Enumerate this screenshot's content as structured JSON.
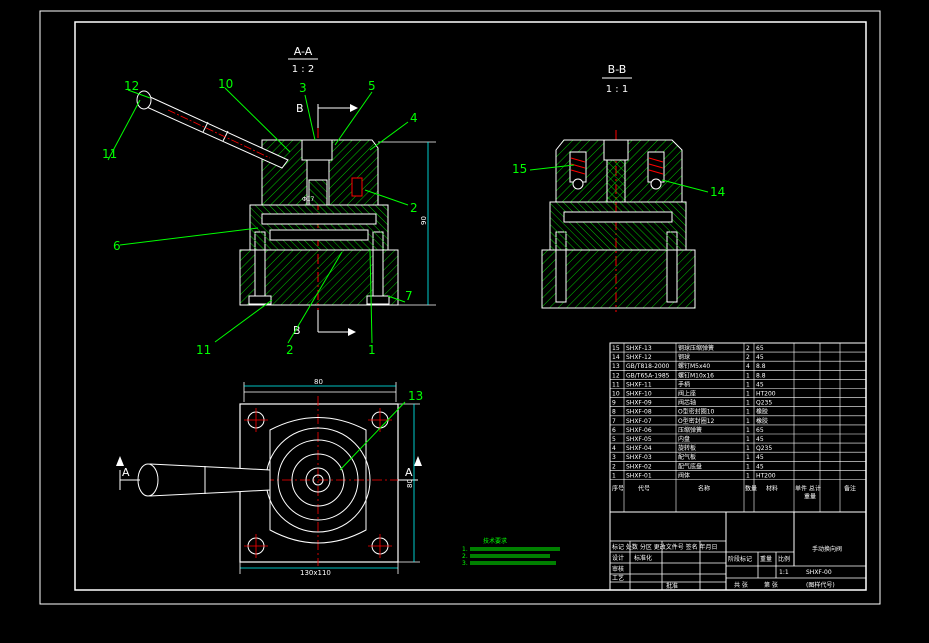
{
  "colors": {
    "background": "#000000",
    "frame": "#ffffff",
    "part_outline": "#ffffff",
    "hatch": "#00c800",
    "leader": "#00ff00",
    "center_line": "#ff0000",
    "dimension": "#00ffff",
    "hidden": "#ffff00"
  },
  "views": {
    "section_aa": {
      "title": "A-A",
      "scale": "1 : 2"
    },
    "section_bb": {
      "title": "B-B",
      "scale": "1 : 1"
    }
  },
  "section_markers": {
    "b_top": "B",
    "b_bottom": "B",
    "a_left": "A",
    "a_right": "A"
  },
  "balloons": {
    "b1": "1",
    "b2": "2",
    "b3": "3",
    "b4": "4",
    "b5": "5",
    "b6": "6",
    "b7": "7",
    "b10": "10",
    "b11": "11",
    "b12": "12",
    "b13": "13",
    "b14": "14",
    "b15": "15",
    "b2b": "2",
    "b11b": "11"
  },
  "dimensions": {
    "top_width": "80",
    "plan_width": "130x110",
    "plan_height": "80",
    "side_height": "90",
    "shaft": "Φ17"
  },
  "tech_requirements": {
    "title": "技术要求",
    "lines": [
      "1.",
      "2.",
      "3."
    ]
  },
  "bom": {
    "rows": [
      {
        "no": "15",
        "code": "SHXF-13",
        "name": "钢球压缩弹簧",
        "qty": "2",
        "material": "65",
        "note": ""
      },
      {
        "no": "14",
        "code": "SHXF-12",
        "name": "钢球",
        "qty": "2",
        "material": "45",
        "note": ""
      },
      {
        "no": "13",
        "code": "GB/T818-2000",
        "name": "螺钉M5x40",
        "qty": "4",
        "material": "8.8",
        "note": ""
      },
      {
        "no": "12",
        "code": "GB/T65A-1985",
        "name": "螺钉M10x16",
        "qty": "1",
        "material": "8.8",
        "note": ""
      },
      {
        "no": "11",
        "code": "SHXF-11",
        "name": "手柄",
        "qty": "1",
        "material": "45",
        "note": ""
      },
      {
        "no": "10",
        "code": "SHXF-10",
        "name": "阀上座",
        "qty": "1",
        "material": "HT200",
        "note": ""
      },
      {
        "no": "9",
        "code": "SHXF-09",
        "name": "阀芯轴",
        "qty": "1",
        "material": "Q235",
        "note": ""
      },
      {
        "no": "8",
        "code": "SHXF-08",
        "name": "O型密封圈10",
        "qty": "1",
        "material": "橡胶",
        "note": ""
      },
      {
        "no": "7",
        "code": "SHXF-07",
        "name": "O型密封圈12",
        "qty": "1",
        "material": "橡胶",
        "note": ""
      },
      {
        "no": "6",
        "code": "SHXF-06",
        "name": "压缩弹簧",
        "qty": "1",
        "material": "65",
        "note": ""
      },
      {
        "no": "5",
        "code": "SHXF-05",
        "name": "内盘",
        "qty": "1",
        "material": "45",
        "note": ""
      },
      {
        "no": "4",
        "code": "SHXF-04",
        "name": "旋转板",
        "qty": "1",
        "material": "Q235",
        "note": ""
      },
      {
        "no": "3",
        "code": "SHXF-03",
        "name": "配气板",
        "qty": "1",
        "material": "45",
        "note": ""
      },
      {
        "no": "2",
        "code": "SHXF-02",
        "name": "配气底盘",
        "qty": "1",
        "material": "45",
        "note": ""
      },
      {
        "no": "1",
        "code": "SHXF-01",
        "name": "阀体",
        "qty": "1",
        "material": "HT200",
        "note": ""
      }
    ],
    "header": {
      "no": "序号",
      "code": "代号",
      "name": "名称",
      "qty": "数量",
      "material": "材料",
      "unit_weight": "单件 总计",
      "weight": "重量",
      "note": "备注"
    }
  },
  "title_block": {
    "drawing_title": "手动换向阀",
    "drawing_no": "SHXF-00",
    "scale": "1:1",
    "scale_label": "比例",
    "weight_label": "重量",
    "mark_label": "阶段标记",
    "sheet_total": "共 张",
    "sheet_no": "第 张",
    "company": "(图样代号)",
    "rev_header": "标记 处数 分区 更改文件号 签名 年月日",
    "roles": [
      "设计",
      "审核",
      "工艺"
    ],
    "std": "标准化",
    "approve": "批准"
  }
}
